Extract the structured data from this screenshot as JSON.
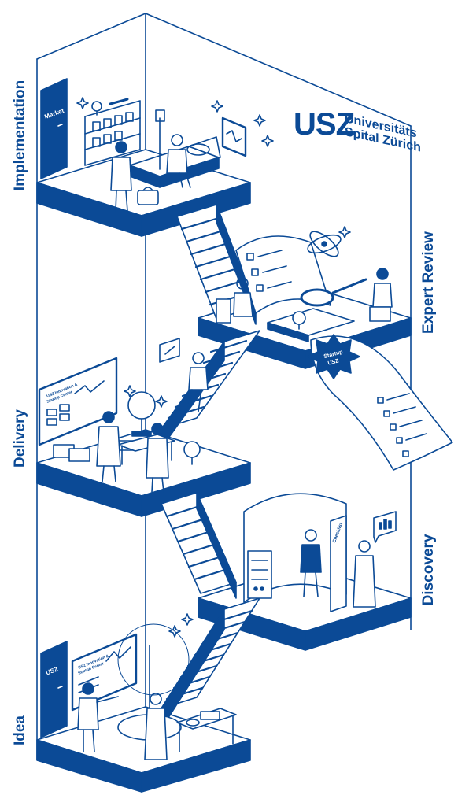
{
  "stages": {
    "implementation": "Implementation",
    "delivery": "Delivery",
    "idea": "Idea",
    "expert_review": "Expert Review",
    "discovery": "Discovery"
  },
  "logo": {
    "mark": "USZ",
    "name_line1": "Universitäts",
    "name_line2": "Spital Zürich"
  },
  "door_signs": {
    "top": "Market",
    "bottom": "USZ"
  },
  "badge": {
    "line1": "Startup",
    "line2": "USZ"
  },
  "boards": {
    "innovation_line1": "USZ Innovation &",
    "innovation_line2": "Startup Center",
    "checklist": "Checklist"
  },
  "colors": {
    "primary": "#0b4a96",
    "background": "#ffffff"
  }
}
